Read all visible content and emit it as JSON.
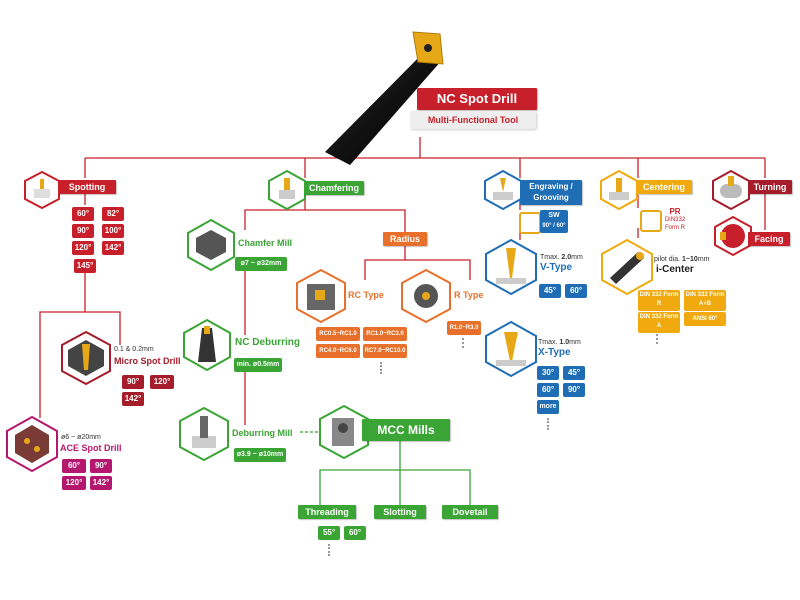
{
  "colors": {
    "red": "#c8202a",
    "green": "#3aa535",
    "orange": "#e8702a",
    "blue": "#1f6db5",
    "yellow": "#f0a90e",
    "magenta": "#b5166e",
    "darkred": "#a51c2a"
  },
  "title": {
    "main": "NC Spot Drill",
    "sub": "Multi-Functional Tool"
  },
  "spotting": {
    "label": "Spotting",
    "angles": [
      "60°",
      "82°",
      "90°",
      "100°",
      "120°",
      "142°",
      "145°"
    ]
  },
  "micro": {
    "dims": "0.1 & 0.2mm",
    "label": "Micro Spot Drill",
    "angles": [
      "90°",
      "120°",
      "142°"
    ]
  },
  "ace": {
    "dims": "ø6 ~ ø20mm",
    "label": "ACE Spot Drill",
    "angles": [
      "60°",
      "90°",
      "120°",
      "142°"
    ]
  },
  "chamfering": {
    "label": "Chamfering"
  },
  "chamfer_mill": {
    "label": "Chamfer Mill",
    "range": "ø7 ~ ø32mm"
  },
  "nc_deburring": {
    "label": "NC Deburring",
    "range": "min. ø0.5mm"
  },
  "deburring_mill": {
    "label": "Deburring Mill",
    "range": "ø3.9 ~ ø10mm"
  },
  "radius": {
    "label": "Radius"
  },
  "rc_type": {
    "label": "RC Type",
    "ranges": [
      "RC0.5~RC1.0",
      "RC1.0~RC3.0",
      "RC4.0~RC6.0",
      "RC7.0~RC10.0"
    ]
  },
  "r_type": {
    "label": "R Type",
    "range": "R1.0~R3.0"
  },
  "mcc": {
    "label": "MCC Mills"
  },
  "threading": {
    "label": "Threading",
    "angles": [
      "55°",
      "60°"
    ]
  },
  "slotting": {
    "label": "Slotting"
  },
  "dovetail": {
    "label": "Dovetail"
  },
  "engraving": {
    "label_line1": "Engraving /",
    "label_line2": "Grooving"
  },
  "sw": {
    "label": "SW",
    "angles": "90° / 60°"
  },
  "vtype": {
    "tmax_prefix": "Tmax.",
    "tmax_value": "2.0",
    "tmax_unit": "mm",
    "label": "V-Type",
    "angles": [
      "45°",
      "60°"
    ]
  },
  "xtype": {
    "tmax_prefix": "Tmax.",
    "tmax_value": "1.0",
    "tmax_unit": "mm",
    "label": "X-Type",
    "angles": [
      "30°",
      "45°",
      "60°",
      "90°"
    ],
    "more": "more"
  },
  "centering": {
    "label": "Centering"
  },
  "pr": {
    "label": "PR",
    "std": "DIN332",
    "form": "Form R"
  },
  "icenter": {
    "pilot_prefix": "pilot dia.",
    "pilot_value": "1~10",
    "pilot_unit": "mm",
    "label": "i-Center",
    "forms": [
      "DIN 332 Form R",
      "DIN 332 Form A+B",
      "DIN 332 Form A",
      "ANSI 60°"
    ]
  },
  "turning": {
    "label": "Turning"
  },
  "facing": {
    "label": "Facing"
  }
}
